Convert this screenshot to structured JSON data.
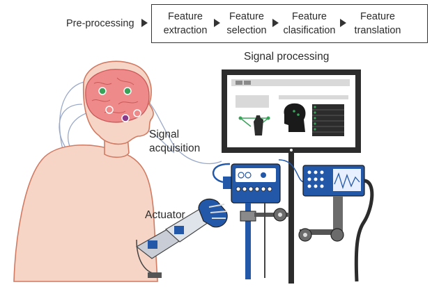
{
  "pipeline": {
    "pre_label": "Pre-processing",
    "stages": [
      {
        "line1": "Feature",
        "line2": "extraction"
      },
      {
        "line1": "Feature",
        "line2": "selection"
      },
      {
        "line1": "Feature",
        "line2": "clasification"
      },
      {
        "line1": "Feature",
        "line2": "translation"
      }
    ]
  },
  "labels": {
    "signal_processing": "Signal processing",
    "signal_acquisition_line1": "Signal",
    "signal_acquisition_line2": "acquisition",
    "actuator": "Actuator"
  },
  "colors": {
    "skin": "#f6d5c6",
    "skin_outline": "#d17a62",
    "brain": "#ef8a8a",
    "device_blue": "#2357a8",
    "monitor_dark": "#2c2c2c",
    "electrode_green": "#3aa35a"
  }
}
